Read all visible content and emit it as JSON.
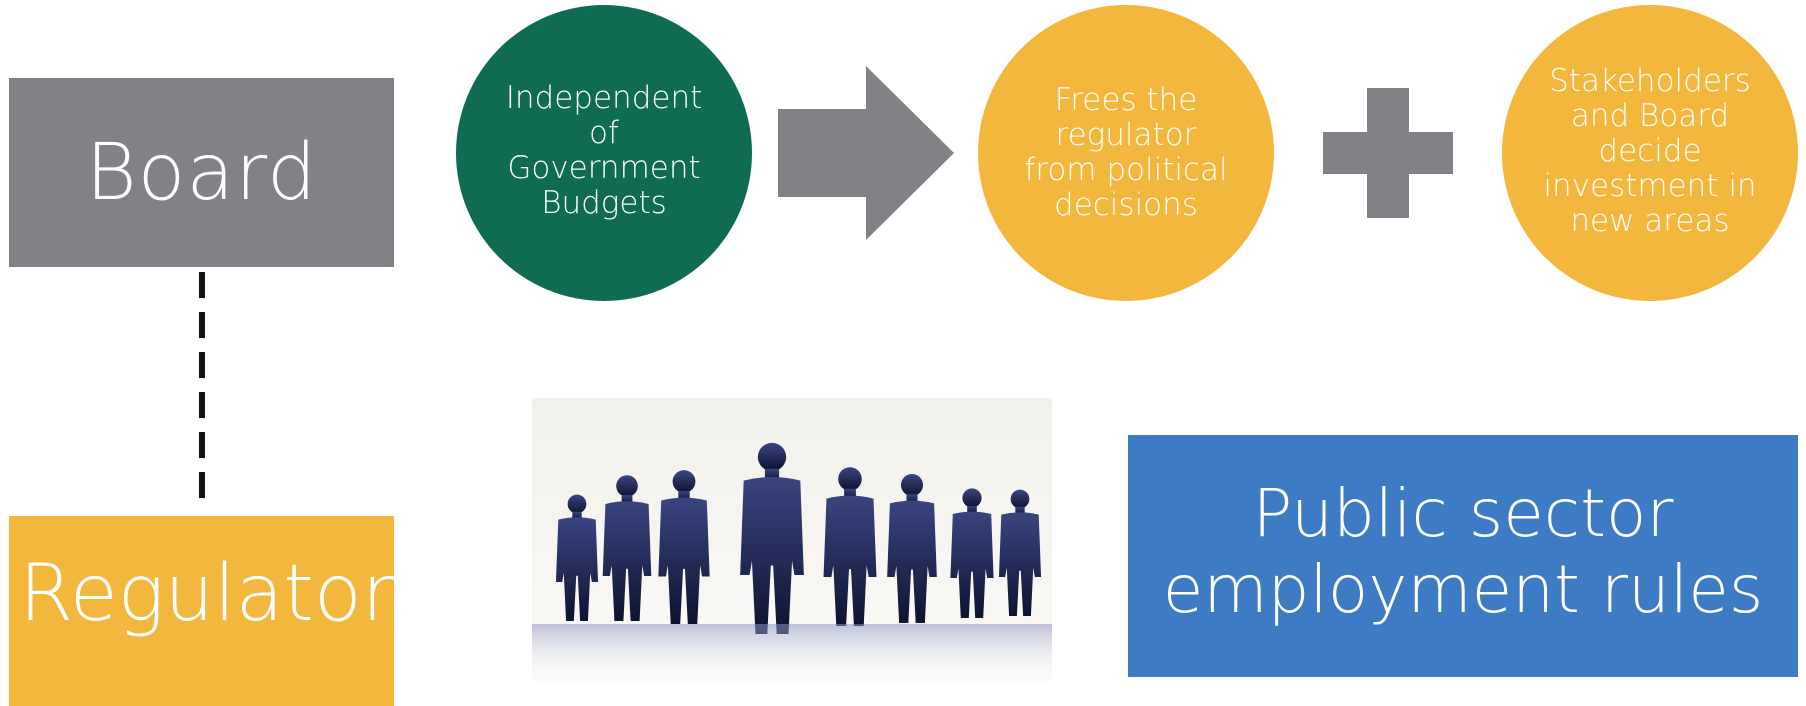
{
  "left_column": {
    "board_label": "Board",
    "regulator_label": "Regulator"
  },
  "flow": {
    "budgets_text": "Independent\nof\nGovernment\nBudgets",
    "frees_text": "Frees the\nregulator\nfrom political\ndecisions",
    "stakeholders_text": "Stakeholders\nand Board\ndecide\ninvestment in\nnew areas"
  },
  "employment_box": {
    "text": "Public sector\nemployment rules"
  },
  "colors": {
    "gray": "#828186",
    "yellow": "#f2b73c",
    "green": "#106b53",
    "blue": "#3d7cc4"
  }
}
